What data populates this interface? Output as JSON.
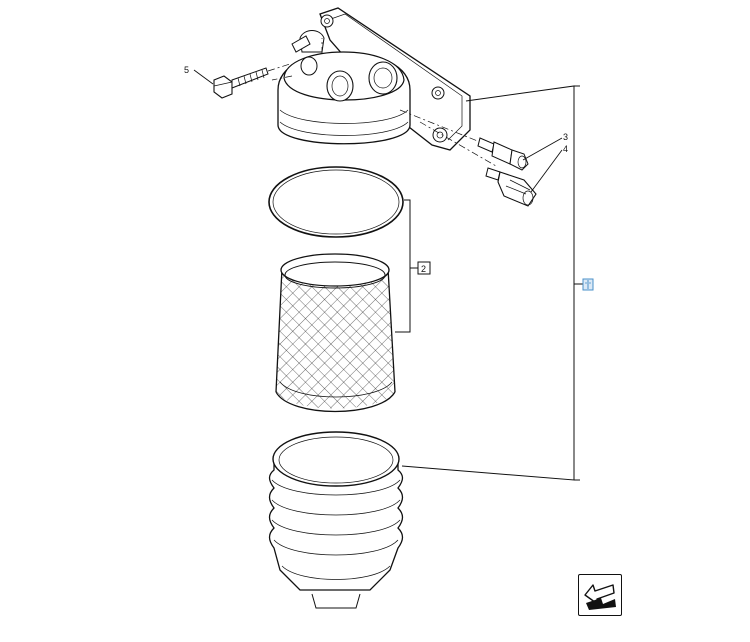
{
  "callouts": {
    "c2": "2",
    "c3": "3",
    "c4": "4",
    "c5": "5"
  },
  "icons": {
    "assembly_ref": "book-icon",
    "navigation": "return-arrow-icon"
  },
  "colors": {
    "line": "#111111",
    "accent": "#4a90c8",
    "background": "#ffffff"
  }
}
